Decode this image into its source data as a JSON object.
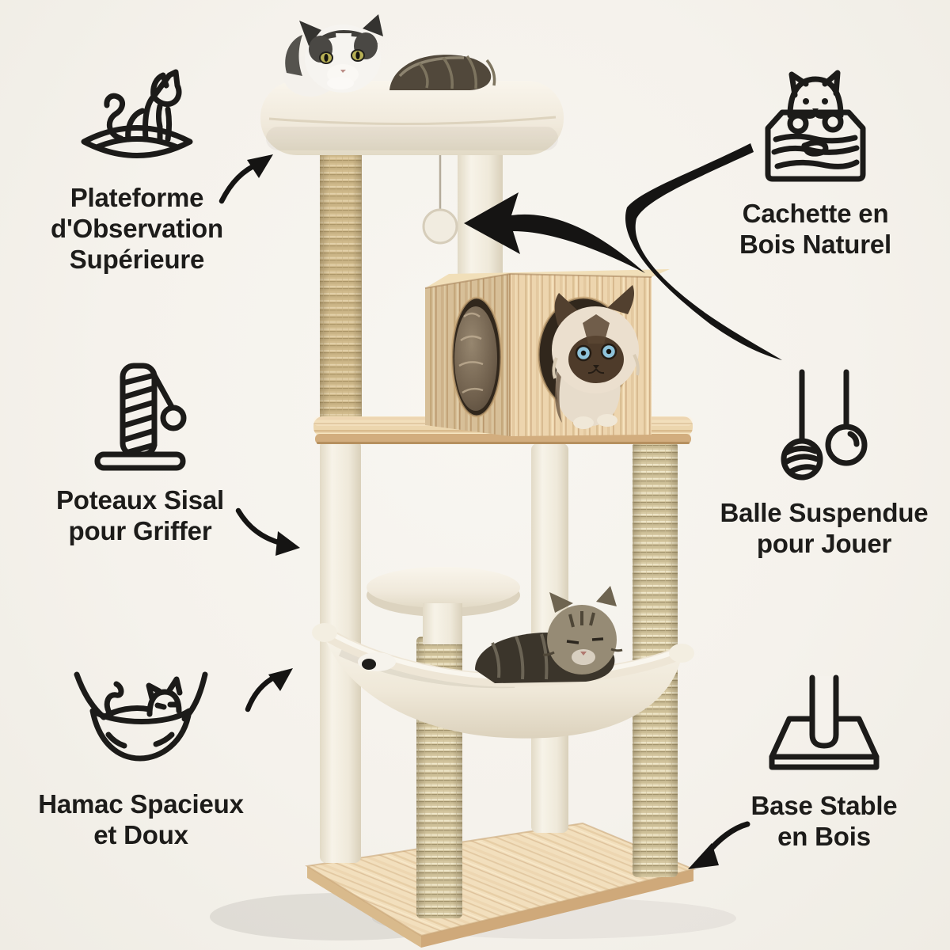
{
  "image_type": "product infographic",
  "subject": "cat tree with cats, annotated with feature callouts",
  "colors": {
    "background": "#f5f2ec",
    "text": "#1d1c1a",
    "arrow": "#151413",
    "plush": "#f1ebdf",
    "sisal": "#d7c9a3",
    "wood": "#e8cfa6"
  },
  "callouts": [
    {
      "id": "plateforme",
      "icon": "cat-on-cushion-icon",
      "lines": [
        "Plateforme",
        "d'Observation",
        "Supérieure"
      ]
    },
    {
      "id": "cachette",
      "icon": "cat-in-wooden-box-icon",
      "lines": [
        "Cachette en",
        "Bois Naturel"
      ]
    },
    {
      "id": "poteaux",
      "icon": "scratching-post-icon",
      "lines": [
        "Poteaux Sisal",
        "pour Griffer"
      ]
    },
    {
      "id": "balle",
      "icon": "hanging-balls-icon",
      "lines": [
        "Balle Suspendue",
        "pour Jouer"
      ]
    },
    {
      "id": "hamac",
      "icon": "cat-in-hammock-icon",
      "lines": [
        "Hamac Spacieux",
        "et Doux"
      ]
    },
    {
      "id": "base",
      "icon": "wood-base-icon",
      "lines": [
        "Base Stable",
        "en Bois"
      ]
    }
  ]
}
